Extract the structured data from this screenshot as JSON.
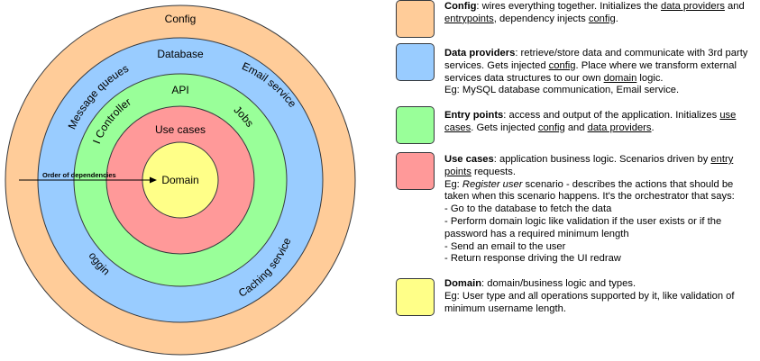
{
  "diagram": {
    "layers": [
      {
        "key": "config",
        "label": "Config",
        "color": "#ffcc99"
      },
      {
        "key": "data_providers",
        "label": "Database",
        "color": "#99ccff"
      },
      {
        "key": "entry_points",
        "label": "API",
        "color": "#99ff99"
      },
      {
        "key": "use_cases",
        "label": "Use cases",
        "color": "#ff9999"
      },
      {
        "key": "domain",
        "label": "Domain",
        "color": "#ffff88"
      }
    ],
    "curved_labels": {
      "message_queues": "Message queues",
      "email_service": "Email service",
      "ui_controllers": "UI Controllers",
      "jobs": "Jobs",
      "logging": "Logging",
      "caching_service": "Caching service"
    },
    "arrow_label": "Order of dependencies"
  },
  "legend": {
    "config": {
      "color": "#ffcc99",
      "title": "Config",
      "t1": ": wires everything together. Initializes the ",
      "link1": "data providers",
      "t2": " and ",
      "link2": "entrypoints",
      "t3": ", dependency injects ",
      "link3": "config",
      "t4": "."
    },
    "data_providers": {
      "color": "#99ccff",
      "title": "Data providers",
      "t1": ": retrieve/store data and communicate with 3rd party services. Gets injected ",
      "link1": "config",
      "t2": ". Place where we transform external services data structures to our own ",
      "link2": "domain",
      "t3": " logic.",
      "example": "Eg: MySQL database communication, Email service."
    },
    "entry_points": {
      "color": "#99ff99",
      "title": "Entry points",
      "t1": ": access and output of the application. Initializes ",
      "link1": "use cases",
      "t2": ". Gets injected ",
      "link2": "config",
      "t3": " and ",
      "link3": "data providers",
      "t4": "."
    },
    "use_cases": {
      "color": "#ff9999",
      "title": "Use cases",
      "t1": ": application business logic. Scenarios driven by ",
      "link1": "entry points",
      "t2": " requests.",
      "eg_prefix": "Eg: ",
      "eg_italic": "Register user",
      "eg_rest": " scenario - describes the actions that should be taken when this scenario happens. It's the orchestrator that says:",
      "steps": [
        "- Go to the database to fetch the data",
        "- Perform domain logic like validation if the user exists or if the password has a required minimum length",
        "- Send an email to the user",
        "- Return response driving the UI redraw"
      ]
    },
    "domain": {
      "color": "#ffff88",
      "title": "Domain",
      "t1": ": domain/business logic and types.",
      "example": "Eg: User type and all operations supported by it, like validation of minimum username length."
    }
  }
}
